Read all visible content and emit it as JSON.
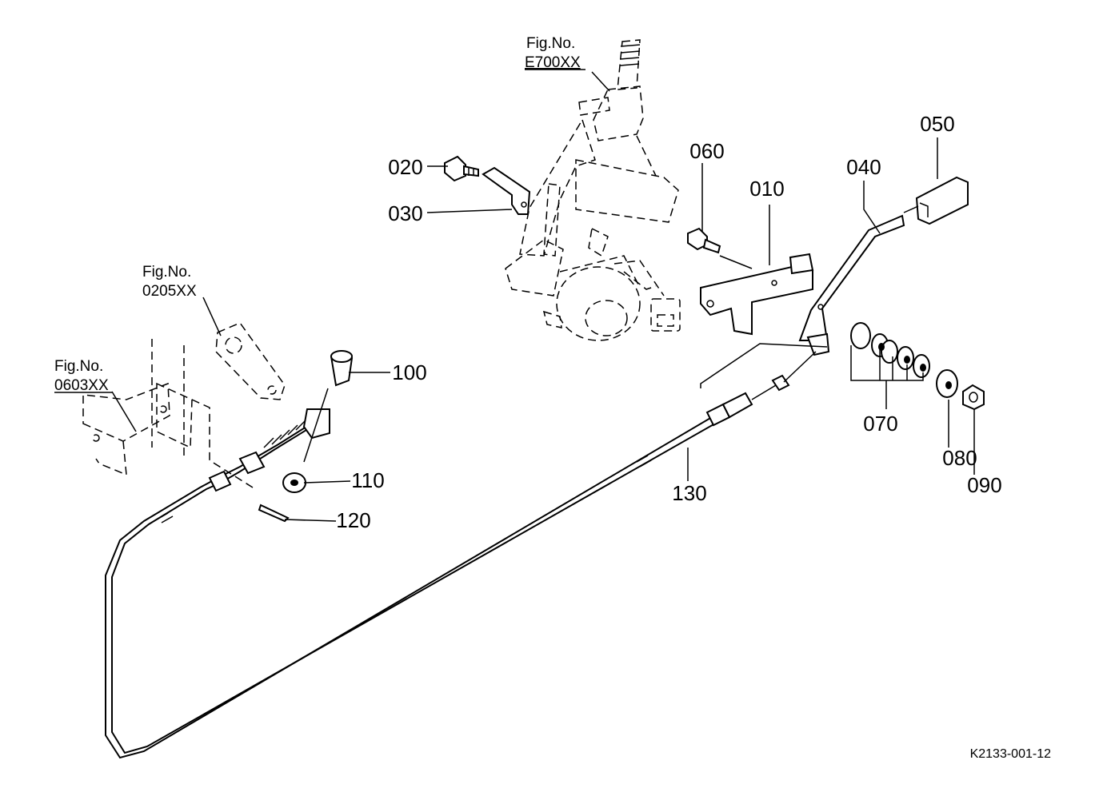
{
  "parts": {
    "p010": "010",
    "p020": "020",
    "p030": "030",
    "p040": "040",
    "p050": "050",
    "p060": "060",
    "p070": "070",
    "p080": "080",
    "p090": "090",
    "p100": "100",
    "p110": "110",
    "p120": "120",
    "p130": "130"
  },
  "figure_refs": {
    "steering": {
      "label": "Fig.No.",
      "ref": "E700XX"
    },
    "bracket": {
      "label": "Fig.No.",
      "ref": "0205XX"
    },
    "frame": {
      "label": "Fig.No.",
      "ref": "0603XX"
    }
  },
  "drawing_id": "K2133-001-12"
}
